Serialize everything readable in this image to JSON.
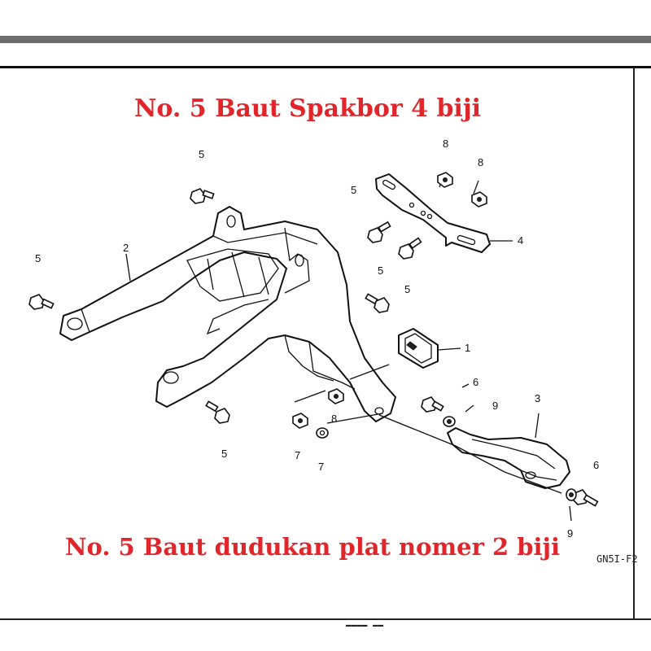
{
  "heading_top": "No. 5 Baut Spakbor 4 biji",
  "heading_bottom": "No. 5 Baut dudukan plat nomer 2 biji",
  "diagram_code": "GN5I-F2",
  "labels": {
    "p1": "1",
    "p2": "2",
    "p3": "3",
    "p4": "4",
    "b5a": "5",
    "b5b": "5",
    "b5c": "5",
    "b5d": "5",
    "b5e": "5",
    "b5f": "5",
    "b6a": "6",
    "b6b": "6",
    "n7a": "7",
    "n7b": "7",
    "n8a": "8",
    "n8b": "8",
    "n8c": "8",
    "w9a": "9",
    "w9b": "9"
  },
  "colors": {
    "heading": "#e0262a",
    "line": "#111111",
    "topbar": "#6d6d6d"
  }
}
